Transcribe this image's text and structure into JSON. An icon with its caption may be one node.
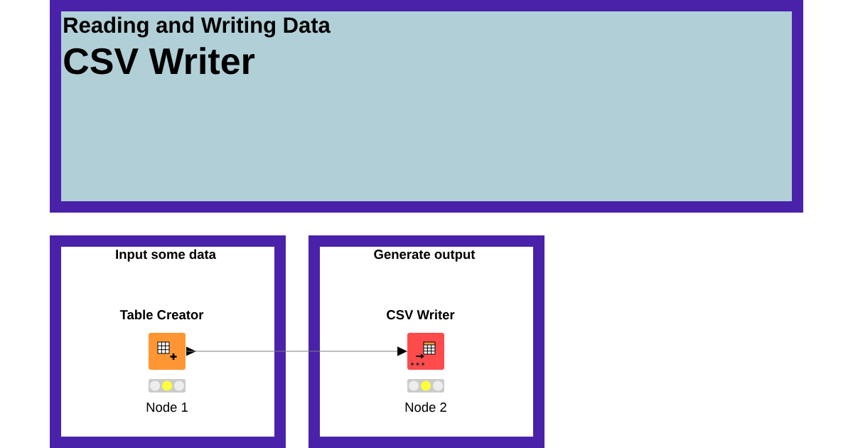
{
  "diagram": {
    "nodes": [
      {
        "text": [
          "Reading and Writing Data",
          "CSV Writer"
        ]
      },
      {
        "text": [
          "Input some data"
        ]
      },
      {
        "text": [
          "Generate output"
        ]
      },
      {
        "text": [
          "Table Creator"
        ],
        "beside": [
          "Node 1"
        ],
        "in": 1
      },
      {
        "text": [
          "CSV Writer"
        ],
        "beside": [
          "Node 2"
        ],
        "in": 2
      }
    ],
    "edges": [
      {
        "from": 3,
        "to": 4,
        "arrow": "to"
      }
    ]
  }
}
